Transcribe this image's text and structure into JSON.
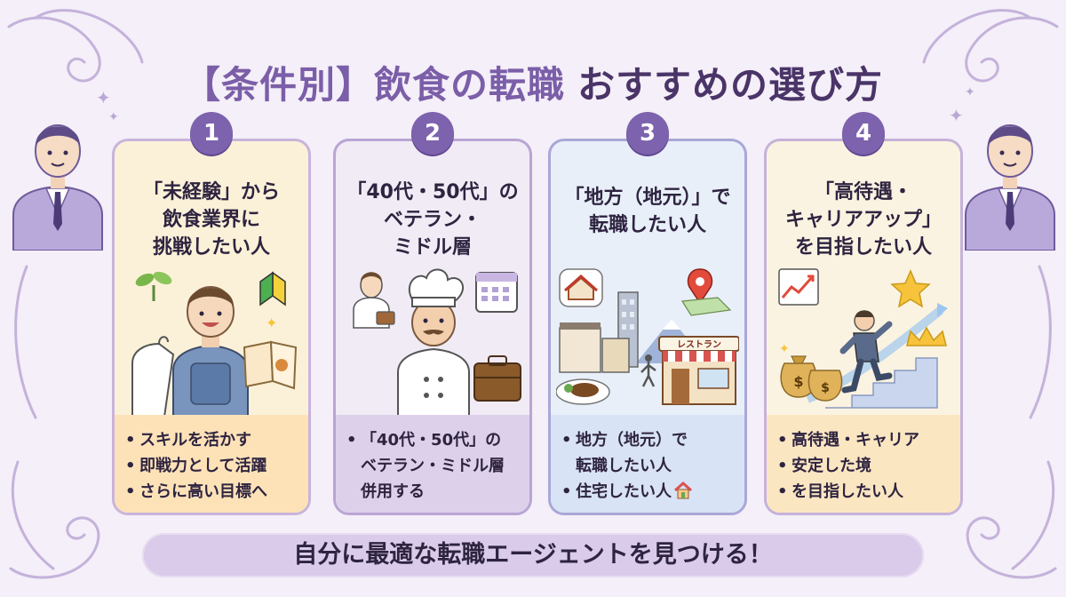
{
  "title": {
    "part1": "【条件別】飲食の転職",
    "part2": "おすすめの選び方"
  },
  "cards": [
    {
      "number": "1",
      "title_lines": [
        "「未経験」から",
        "飲食業界に",
        "挑戦したい人"
      ],
      "items": [
        "スキルを活かす",
        "即戦力として活躍",
        "さらに高い目標へ"
      ]
    },
    {
      "number": "2",
      "title_lines": [
        "「40代・50代」の",
        "ベテラン・",
        "ミドル層"
      ],
      "items": [
        "「40代・50代」の",
        "ベテラン・ミドル層",
        "併用する"
      ]
    },
    {
      "number": "3",
      "title_lines": [
        "「地方（地元）」で",
        "転職したい人"
      ],
      "items": [
        "地方（地元）で",
        "転職したい人",
        "住宅したい人"
      ],
      "shop_sign": "レストラン"
    },
    {
      "number": "4",
      "title_lines": [
        "「高待遇・",
        "キャリアアップ」",
        "を目指したい人"
      ],
      "items": [
        "高待遇・キャリア",
        "安定した境",
        "を目指したい人"
      ]
    }
  ],
  "banner": "自分に最適な転職エージェントを見つける！",
  "colors": {
    "accent": "#7d62ad",
    "title_light": "#7b5ea8",
    "title_dark": "#4a3468",
    "background": "#f4eff8"
  },
  "icons": [
    "person-icon",
    "sprout-icon",
    "beginner-mark-icon",
    "chef-icon",
    "calendar-icon",
    "briefcase-icon",
    "house-icon",
    "map-pin-icon",
    "restaurant-icon",
    "chart-up-icon",
    "star-icon",
    "crown-icon",
    "money-bag-icon"
  ]
}
